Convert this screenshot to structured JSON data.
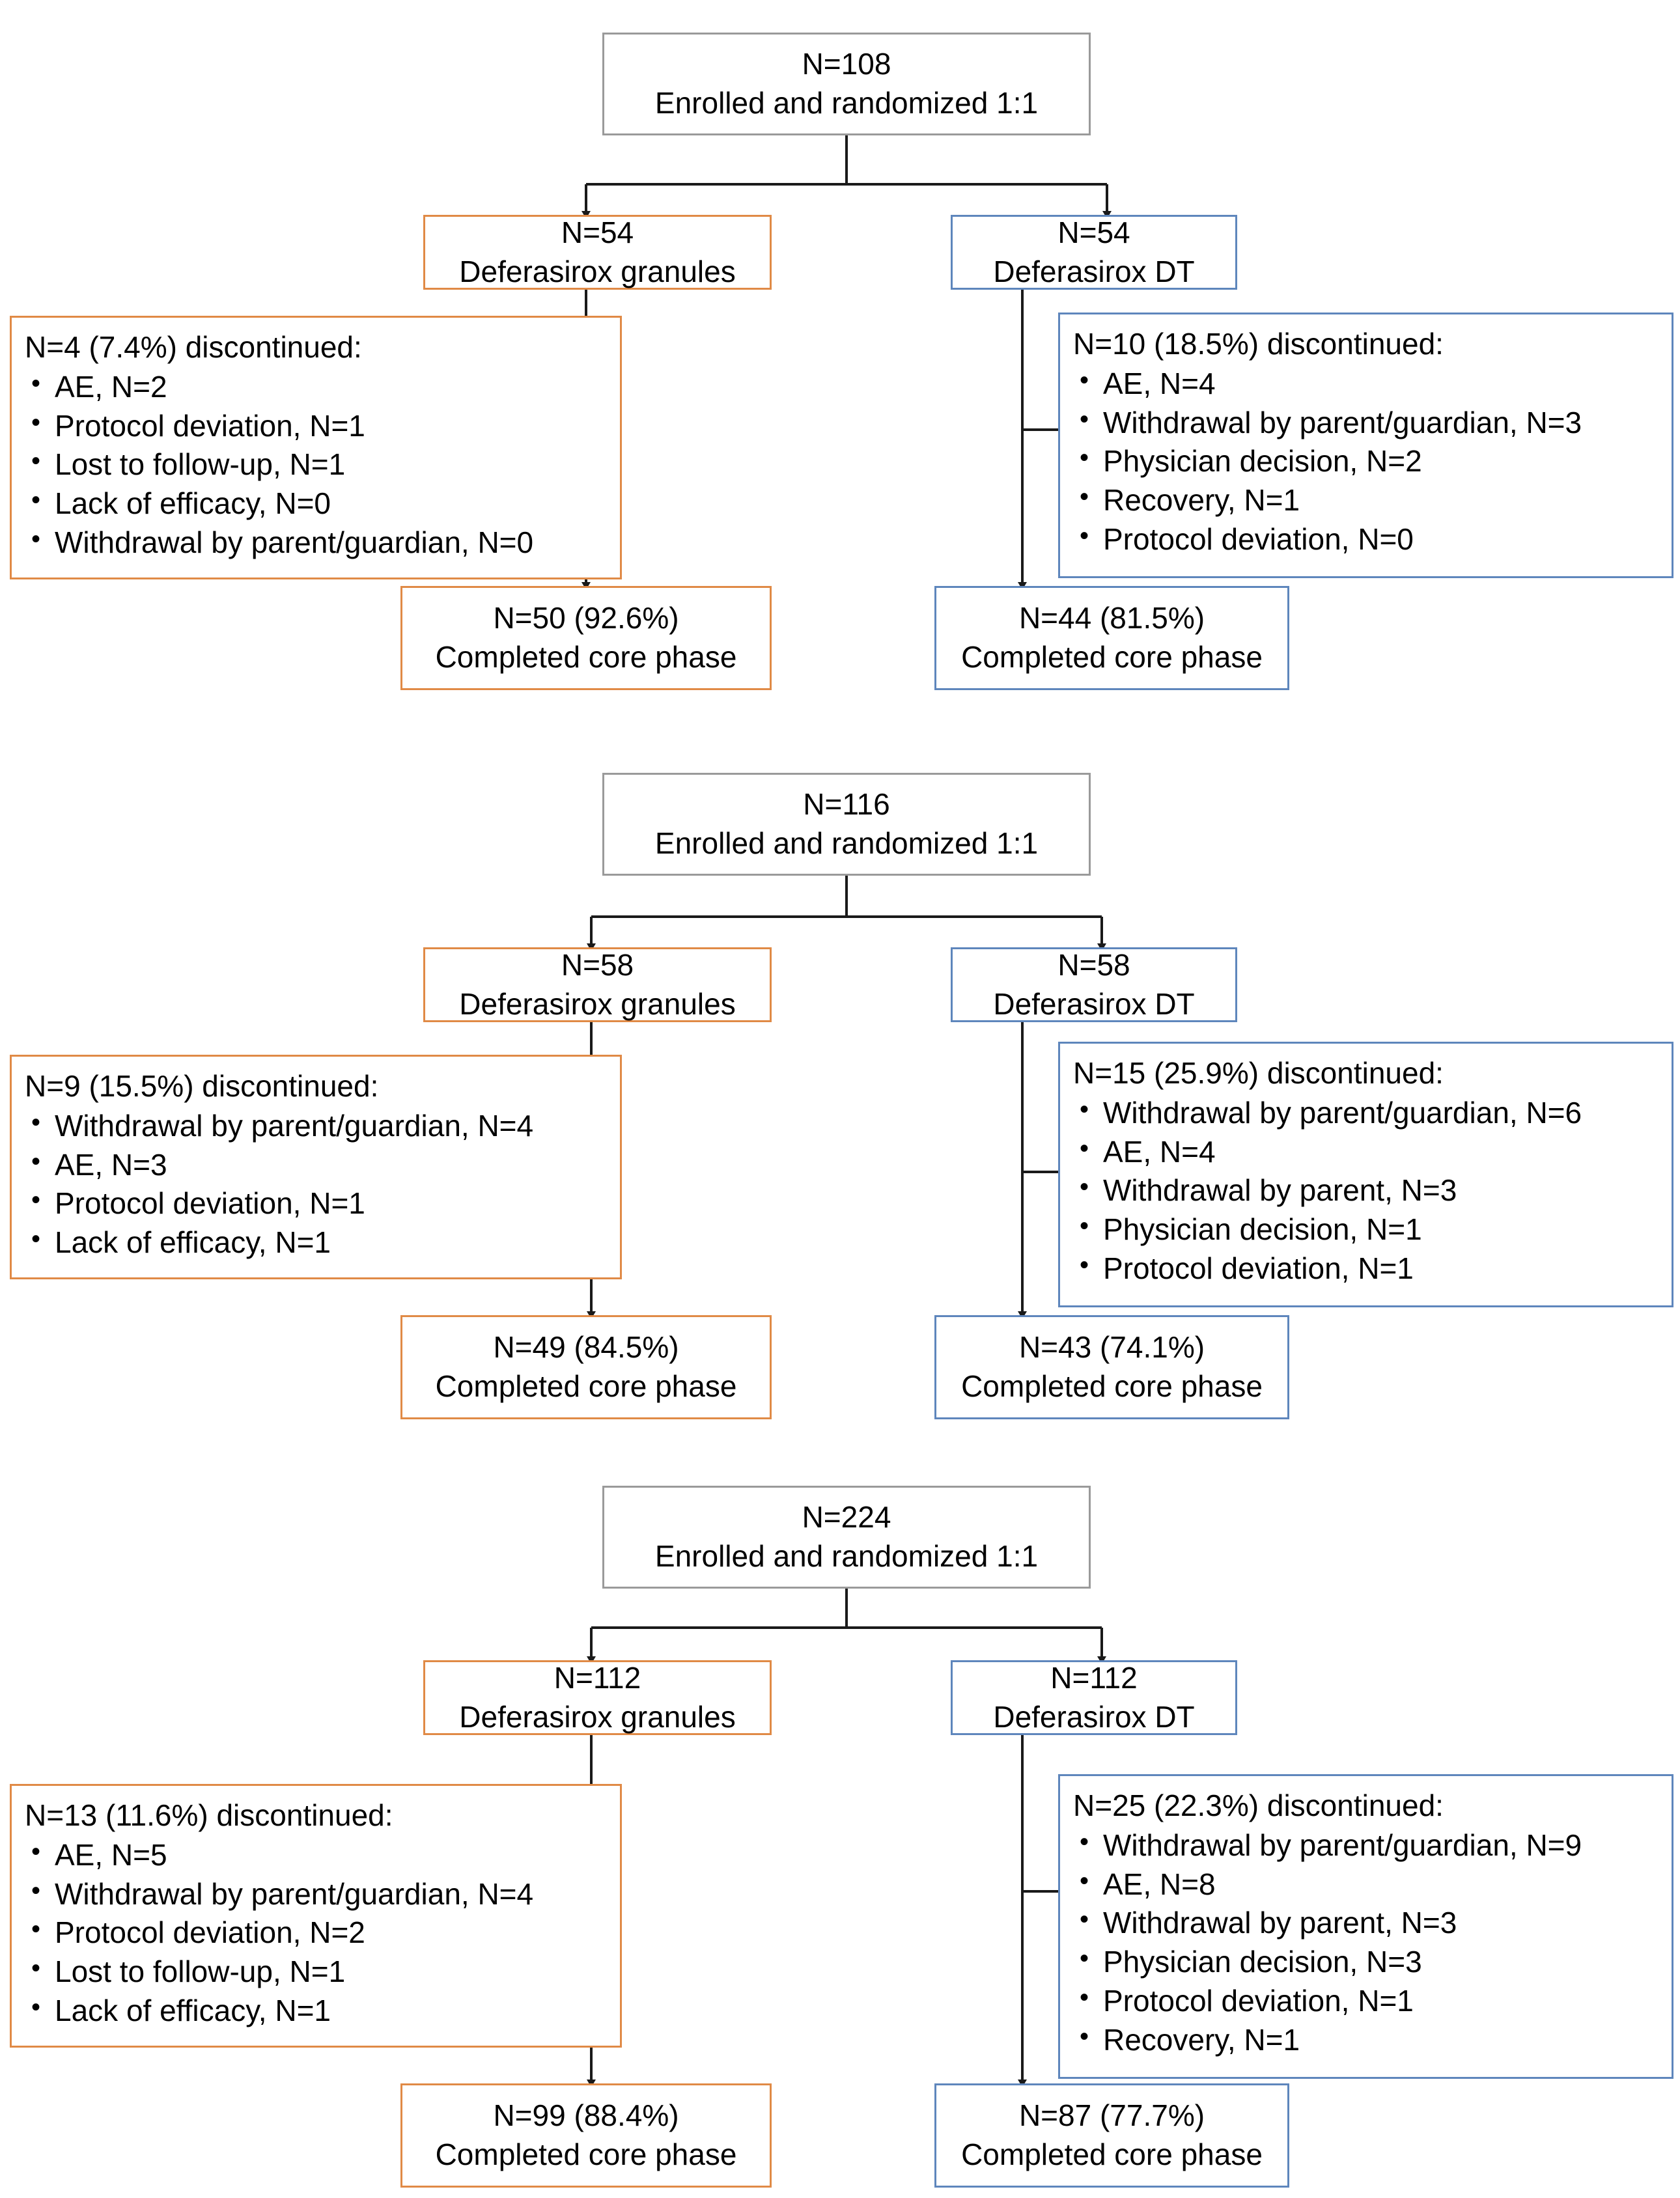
{
  "figure": {
    "type": "consort-flow-diagram",
    "panel_count": 3,
    "colors": {
      "granules_border": "#E08A46",
      "dt_border": "#5E86BC",
      "enrolled_border": "#9A9A9A",
      "connector": "#1A1A1A",
      "background": "#FFFFFF"
    }
  },
  "panels": [
    {
      "id": "panel-1",
      "enrolled": {
        "count_label": "N=108",
        "description": "Enrolled and randomized 1:1"
      },
      "arms": [
        {
          "id": "granules",
          "count_label": "N=54",
          "name": "Deferasirox granules",
          "discontinued_header": "N=4 (7.4%) discontinued:",
          "reasons": [
            "AE, N=2",
            "Protocol deviation, N=1",
            "Lost to follow-up, N=1",
            "Lack of efficacy, N=0",
            "Withdrawal by parent/guardian, N=0"
          ],
          "completed_count": "N=50 (92.6%)",
          "completed_label": "Completed core phase"
        },
        {
          "id": "dt",
          "count_label": "N=54",
          "name": "Deferasirox DT",
          "discontinued_header": "N=10 (18.5%) discontinued:",
          "reasons": [
            "AE, N=4",
            "Withdrawal by parent/guardian, N=3",
            "Physician decision, N=2",
            "Recovery, N=1",
            "Protocol deviation, N=0"
          ],
          "completed_count": "N=44 (81.5%)",
          "completed_label": "Completed core phase"
        }
      ]
    },
    {
      "id": "panel-2",
      "enrolled": {
        "count_label": "N=116",
        "description": "Enrolled and randomized 1:1"
      },
      "arms": [
        {
          "id": "granules",
          "count_label": "N=58",
          "name": "Deferasirox granules",
          "discontinued_header": "N=9 (15.5%) discontinued:",
          "reasons": [
            "Withdrawal by parent/guardian, N=4",
            "AE, N=3",
            "Protocol deviation, N=1",
            "Lack of efficacy, N=1"
          ],
          "completed_count": "N=49 (84.5%)",
          "completed_label": "Completed core phase"
        },
        {
          "id": "dt",
          "count_label": "N=58",
          "name": "Deferasirox DT",
          "discontinued_header": "N=15 (25.9%) discontinued:",
          "reasons": [
            "Withdrawal by parent/guardian, N=6",
            "AE, N=4",
            "Withdrawal by parent, N=3",
            "Physician decision, N=1",
            "Protocol deviation, N=1"
          ],
          "completed_count": "N=43 (74.1%)",
          "completed_label": "Completed core phase"
        }
      ]
    },
    {
      "id": "panel-3",
      "enrolled": {
        "count_label": "N=224",
        "description": "Enrolled and randomized 1:1"
      },
      "arms": [
        {
          "id": "granules",
          "count_label": "N=112",
          "name": "Deferasirox granules",
          "discontinued_header": "N=13 (11.6%) discontinued:",
          "reasons": [
            "AE, N=5",
            "Withdrawal by parent/guardian, N=4",
            "Protocol deviation, N=2",
            "Lost to follow-up, N=1",
            "Lack of efficacy, N=1"
          ],
          "completed_count": "N=99 (88.4%)",
          "completed_label": "Completed core phase"
        },
        {
          "id": "dt",
          "count_label": "N=112",
          "name": "Deferasirox DT",
          "discontinued_header": "N=25 (22.3%) discontinued:",
          "reasons": [
            "Withdrawal by parent/guardian, N=9",
            "AE, N=8",
            "Withdrawal by parent, N=3",
            "Physician decision, N=3",
            "Protocol deviation, N=1",
            "Recovery, N=1"
          ],
          "completed_count": "N=87 (77.7%)",
          "completed_label": "Completed core phase"
        }
      ]
    }
  ]
}
